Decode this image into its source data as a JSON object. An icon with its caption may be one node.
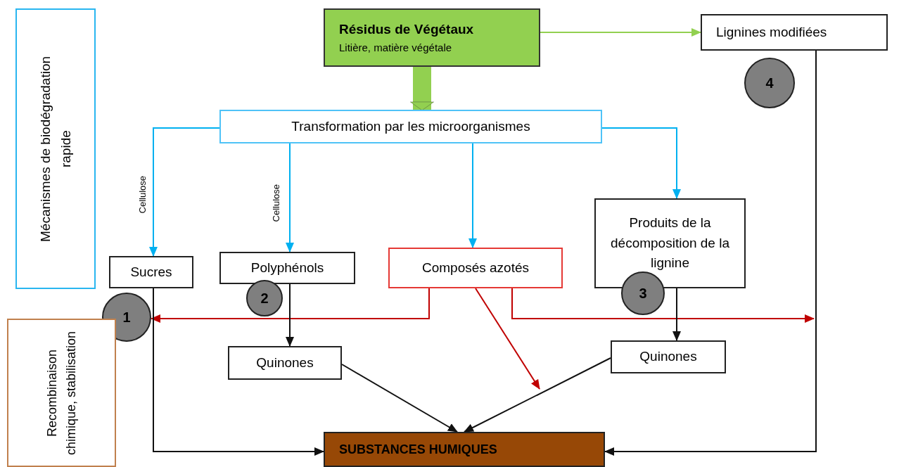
{
  "diagram": {
    "nodes": [
      {
        "text": [
          "Mécanismes de biodégradation rapide"
        ]
      },
      {
        "text": [
          "Résidus de Végétaux",
          "Litière, matière végétale"
        ]
      },
      {
        "text": [
          "Lignines modifiées"
        ]
      },
      {
        "text": [
          "4"
        ]
      },
      {
        "text": [
          "Transformation par les microorganismes"
        ]
      },
      {
        "text": [
          "Sucres"
        ]
      },
      {
        "text": [
          "Polyphénols"
        ]
      },
      {
        "text": [
          "Composés azotés"
        ]
      },
      {
        "text": [
          "Produits de la décomposition de la lignine"
        ]
      },
      {
        "text": [
          "1"
        ]
      },
      {
        "text": [
          "2"
        ]
      },
      {
        "text": [
          "3"
        ]
      },
      {
        "text": [
          "Recombinaison chimique, stabilisation"
        ]
      },
      {
        "text": [
          "Quinones"
        ]
      },
      {
        "text": [
          "Quinones"
        ]
      },
      {
        "text": [
          "SUBSTANCES HUMIQUES"
        ]
      }
    ],
    "edges": [
      {
        "from": 1,
        "to": 2,
        "arrow": "to",
        "color": "#92d050"
      },
      {
        "from": 1,
        "to": 4,
        "arrow": "to",
        "style": "thick",
        "color": "#92d050"
      },
      {
        "from": 4,
        "to": 5,
        "arrow": "to",
        "label": "Cellulose",
        "color": "#00b0f0"
      },
      {
        "from": 4,
        "to": 6,
        "arrow": "to",
        "label": "Cellulose",
        "color": "#00b0f0"
      },
      {
        "from": 4,
        "to": 7,
        "arrow": "to",
        "color": "#00b0f0"
      },
      {
        "from": 4,
        "to": 8,
        "arrow": "to",
        "color": "#00b0f0"
      },
      {
        "from": 7,
        "to": 9,
        "arrow": "to",
        "color": "#c00000"
      },
      {
        "from": 7,
        "to": null,
        "arrow": "to",
        "color": "#c00000"
      },
      {
        "from": 7,
        "to": null,
        "arrow": "to",
        "color": "#c00000"
      },
      {
        "from": 6,
        "to": 13,
        "arrow": "to"
      },
      {
        "from": 8,
        "to": 14,
        "arrow": "to"
      },
      {
        "from": 5,
        "to": 15,
        "arrow": "to"
      },
      {
        "from": 13,
        "to": 15,
        "arrow": "to"
      },
      {
        "from": 14,
        "to": 15,
        "arrow": "to"
      },
      {
        "from": 2,
        "to": 15,
        "arrow": "to"
      }
    ]
  }
}
